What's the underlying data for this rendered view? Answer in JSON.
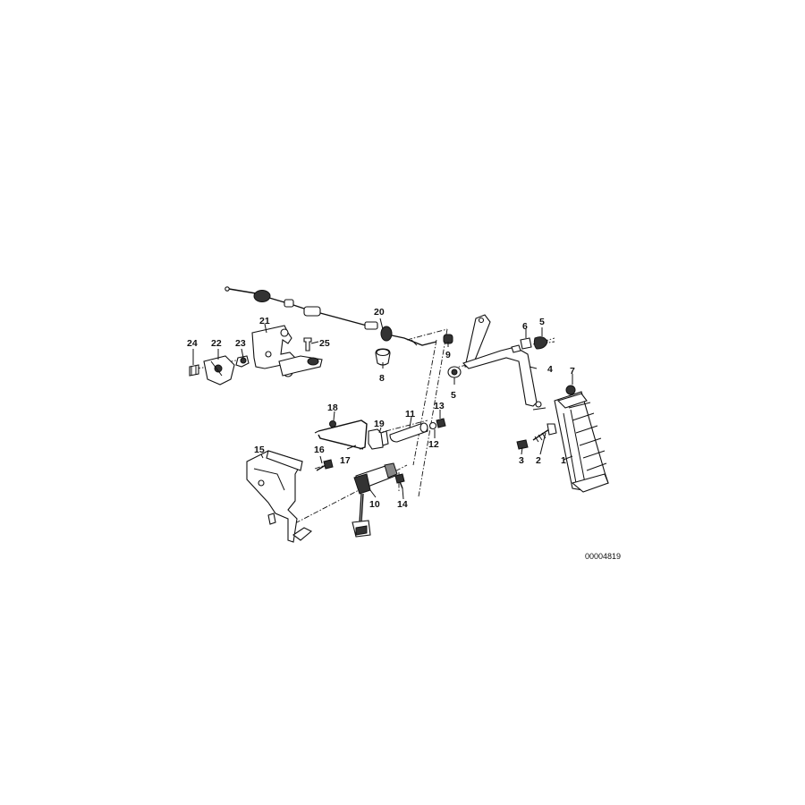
{
  "diagram": {
    "reference_number": "00004819",
    "callouts": [
      "1",
      "2",
      "3",
      "4",
      "5",
      "5",
      "6",
      "7",
      "8",
      "9",
      "10",
      "11",
      "12",
      "13",
      "14",
      "15",
      "16",
      "17",
      "18",
      "19",
      "20",
      "21",
      "22",
      "23",
      "24",
      "25"
    ]
  }
}
